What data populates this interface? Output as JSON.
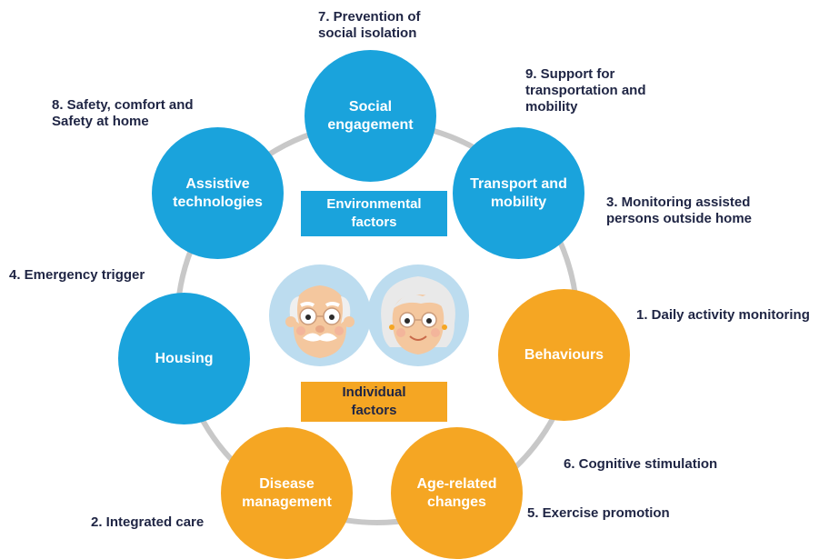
{
  "nodes": {
    "social": "Social\nengagement",
    "transport": "Transport and\nmobility",
    "behaviours": "Behaviours",
    "age": "Age-related\nchanges",
    "disease": "Disease\nmanagement",
    "housing": "Housing",
    "assistive": "Assistive\ntechnologies"
  },
  "boxes": {
    "environmental": "Environmental\nfactors",
    "individual": "Individual\nfactors"
  },
  "labels": {
    "l1": "1. Daily activity monitoring",
    "l2": "2. Integrated care",
    "l3": "3. Monitoring assisted\npersons outside home",
    "l4": "4. Emergency trigger",
    "l5": "5. Exercise promotion",
    "l6": "6. Cognitive stimulation",
    "l7": "7. Prevention of\nsocial isolation",
    "l8": "8. Safety, comfort and\nSafety at home",
    "l9": "9. Support for\ntransportation and\nmobility"
  },
  "colors": {
    "environmental": "#1aa3dc",
    "individual": "#f5a623",
    "ring": "#c8c8c8",
    "text": "#1f2544"
  },
  "icons": [
    "elderly-man-icon",
    "elderly-woman-icon"
  ]
}
